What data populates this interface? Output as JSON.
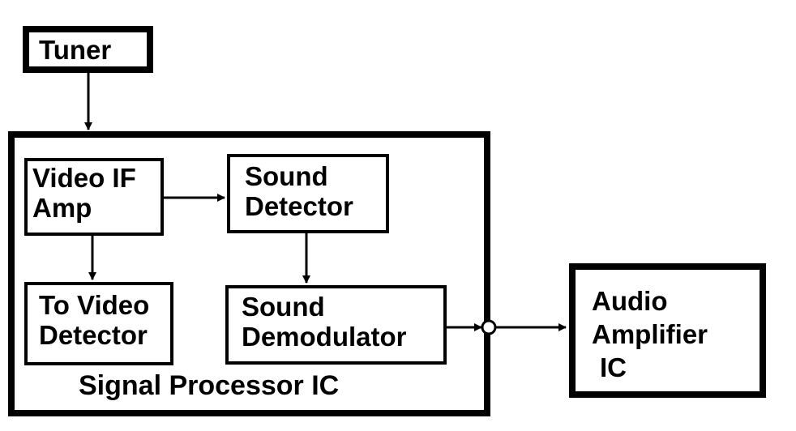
{
  "blocks": {
    "tuner": {
      "lines": [
        "Tuner"
      ]
    },
    "video_if_amp": {
      "lines": [
        "Video IF",
        "Amp"
      ]
    },
    "sound_detector": {
      "lines": [
        "Sound",
        "Detector"
      ]
    },
    "to_video_detector": {
      "lines": [
        "To Video",
        "Detector"
      ]
    },
    "sound_demodulator": {
      "lines": [
        "Sound",
        "Demodulator"
      ]
    },
    "signal_processor_ic": {
      "label": "Signal Processor IC"
    },
    "audio_amplifier_ic": {
      "lines": [
        "Audio",
        "Amplifier",
        "IC"
      ]
    }
  }
}
